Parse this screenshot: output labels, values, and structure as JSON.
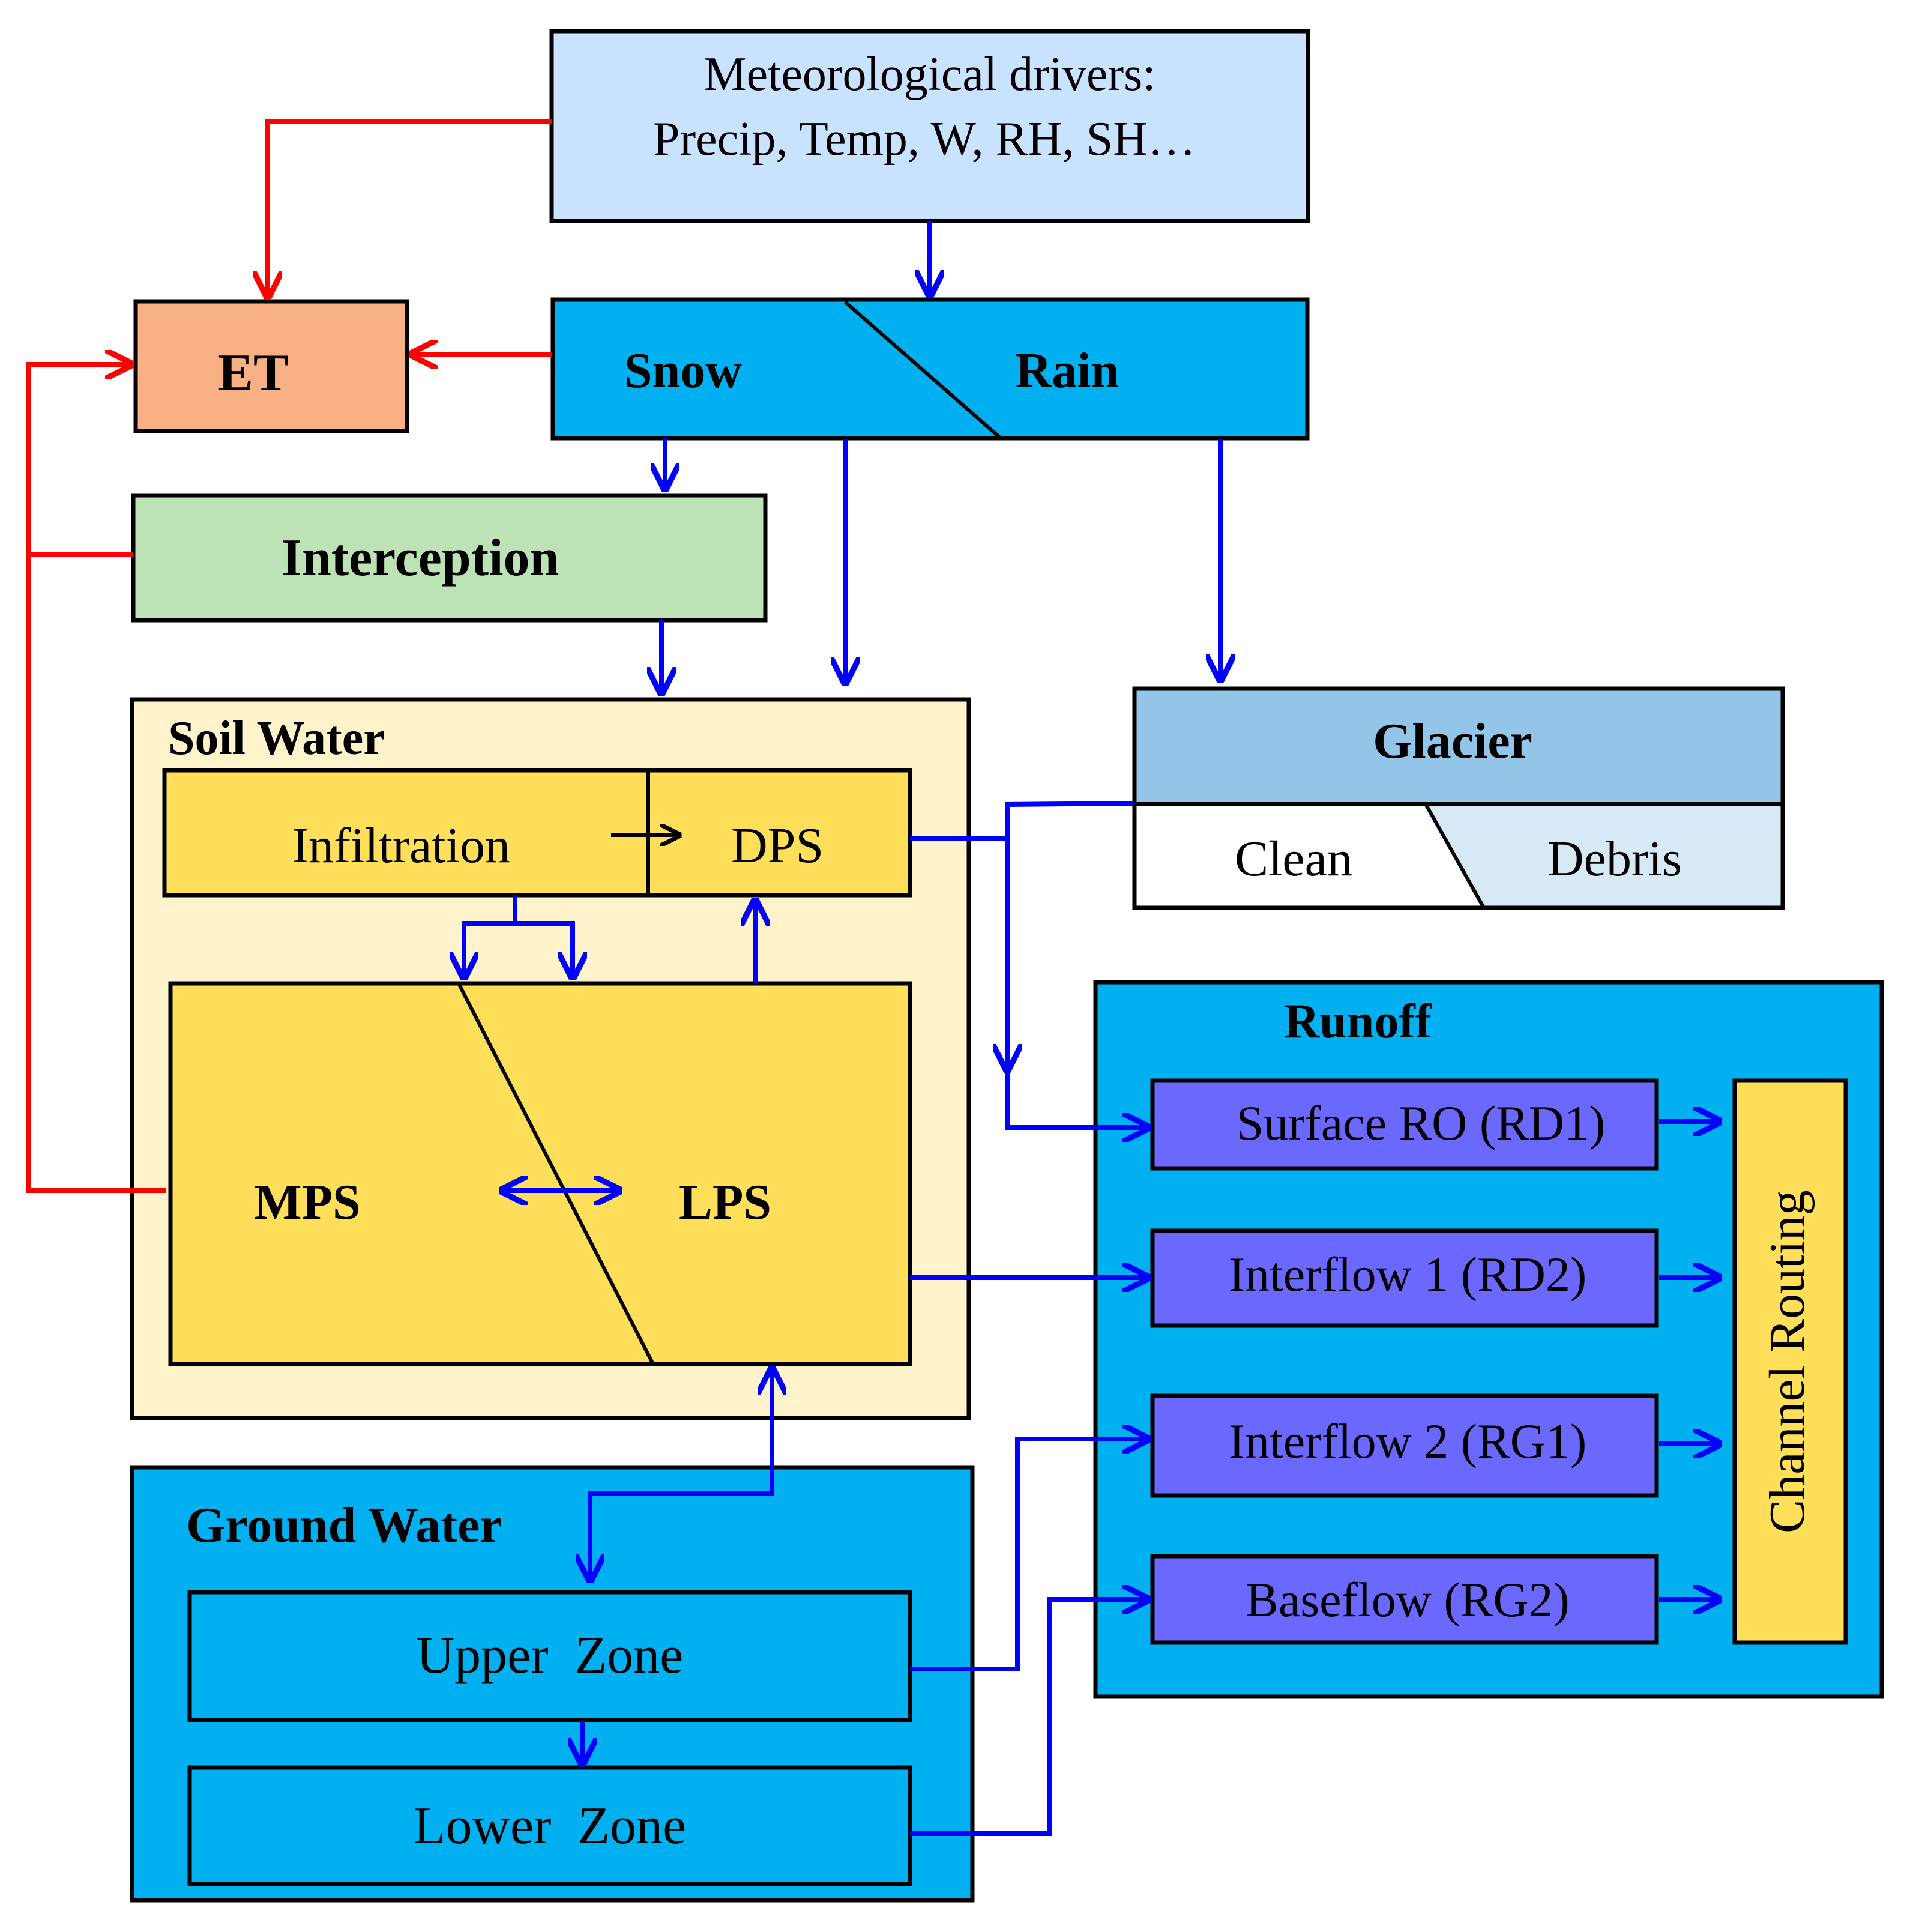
{
  "meteo": {
    "line1": "Meteorological drivers:",
    "line2": "Precip, Temp, W, RH, SH…"
  },
  "et": {
    "label": "ET"
  },
  "snow_rain": {
    "snow": "Snow",
    "rain": "Rain"
  },
  "interception": {
    "label": "Interception"
  },
  "soil_water": {
    "title": "Soil Water",
    "infiltration": "Infiltration",
    "dps": "DPS",
    "mps": "MPS",
    "lps": "LPS"
  },
  "glacier": {
    "title": "Glacier",
    "clean": "Clean",
    "debris": "Debris"
  },
  "runoff": {
    "title": "Runoff",
    "surface": "Surface RO (RD1)",
    "interflow1": "Interflow 1 (RD2)",
    "interflow2": "Interflow 2 (RG1)",
    "baseflow": "Baseflow (RG2)",
    "channel_routing": "Channel Routing"
  },
  "ground_water": {
    "title": "Ground Water",
    "upper_zone": "Upper  Zone",
    "lower_zone": "Lower  Zone"
  },
  "colors": {
    "meteo_fill": "#c9e2ff",
    "et_fill": "#f8b084",
    "blue_fill": "#00b0f0",
    "interception_fill": "#bde2b5",
    "soil_outer_fill": "#fff3cc",
    "soil_inner_fill": "#ffde59",
    "glacier_fill": "#92c5e8",
    "debris_fill": "#d8e9f6",
    "runoff_item_fill": "#6b68ff",
    "flow_blue": "#0000ff",
    "flow_red": "#ff0000"
  }
}
